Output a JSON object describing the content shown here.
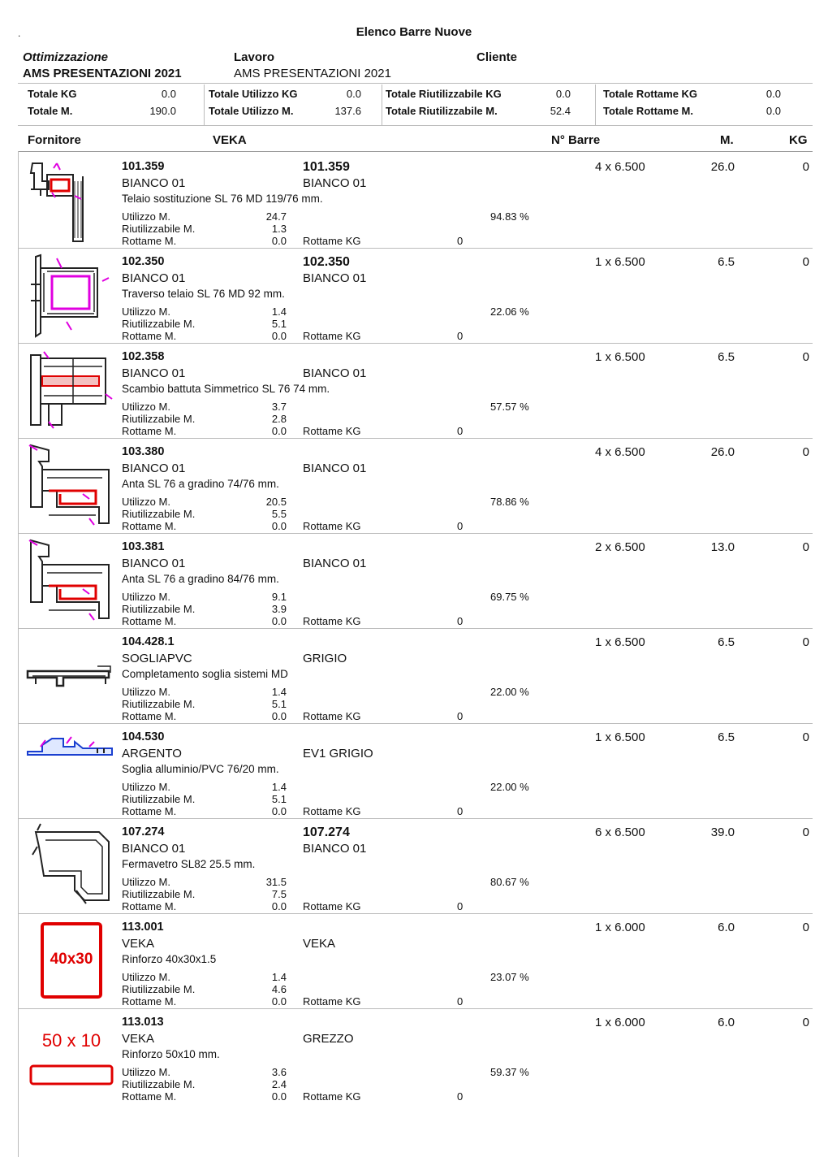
{
  "page_title": "Elenco Barre Nuove",
  "header": {
    "ottimizzazione_label": "Ottimizzazione",
    "ottimizzazione_value": "AMS PRESENTAZIONI 2021",
    "lavoro_label": "Lavoro",
    "lavoro_value": "AMS PRESENTAZIONI 2021",
    "cliente_label": "Cliente"
  },
  "totals": {
    "totale_kg_label": "Totale KG",
    "totale_kg": "0.0",
    "totale_m_label": "Totale M.",
    "totale_m": "190.0",
    "utilizzo_kg_label": "Totale Utilizzo KG",
    "utilizzo_kg": "0.0",
    "utilizzo_m_label": "Totale Utilizzo M.",
    "utilizzo_m": "137.6",
    "riut_kg_label": "Totale Riutilizzabile KG",
    "riut_kg": "0.0",
    "riut_m_label": "Totale Riutilizzabile M.",
    "riut_m": "52.4",
    "rottame_kg_label": "Totale Rottame KG",
    "rottame_kg": "0.0",
    "rottame_m_label": "Totale Rottame M.",
    "rottame_m": "0.0"
  },
  "columns": {
    "fornitore": "Fornitore",
    "fornitore_value": "VEKA",
    "n_barre": "N° Barre",
    "m": "M.",
    "kg": "KG"
  },
  "row_labels": {
    "utilizzo": "Utilizzo M.",
    "riutilizzabile": "Riutilizzabile M.",
    "rottame": "Rottame M.",
    "rottame_kg": "Rottame KG"
  },
  "rows": [
    {
      "code": "101.359",
      "code2": "101.359",
      "color": "BIANCO 01",
      "color2": "BIANCO 01",
      "desc": "Telaio sostituzione SL 76 MD 119/76 mm.",
      "utilizzo": "24.7",
      "riut": "1.3",
      "rottame": "0.0",
      "rottame_kg": "0",
      "pct": "94.83 %",
      "barre": "4 x 6.500",
      "m": "26.0",
      "kg": "0",
      "image": "profile-telaio-icon"
    },
    {
      "code": "102.350",
      "code2": "102.350",
      "color": "BIANCO 01",
      "color2": "BIANCO 01",
      "desc": "Traverso telaio SL 76 MD 92 mm.",
      "utilizzo": "1.4",
      "riut": "5.1",
      "rottame": "0.0",
      "rottame_kg": "0",
      "pct": "22.06 %",
      "barre": "1 x 6.500",
      "m": "6.5",
      "kg": "0",
      "image": "profile-traverso-icon"
    },
    {
      "code": "102.358",
      "code2": "",
      "color": "BIANCO 01",
      "color2": "BIANCO 01",
      "desc": "Scambio battuta Simmetrico SL 76 74 mm.",
      "utilizzo": "3.7",
      "riut": "2.8",
      "rottame": "0.0",
      "rottame_kg": "0",
      "pct": "57.57 %",
      "barre": "1 x 6.500",
      "m": "6.5",
      "kg": "0",
      "image": "profile-scambio-icon"
    },
    {
      "code": "103.380",
      "code2": "",
      "color": "BIANCO 01",
      "color2": "BIANCO 01",
      "desc": "Anta SL 76 a gradino 74/76 mm.",
      "utilizzo": "20.5",
      "riut": "5.5",
      "rottame": "0.0",
      "rottame_kg": "0",
      "pct": "78.86 %",
      "barre": "4 x 6.500",
      "m": "26.0",
      "kg": "0",
      "image": "profile-anta-icon"
    },
    {
      "code": "103.381",
      "code2": "",
      "color": "BIANCO 01",
      "color2": "BIANCO 01",
      "desc": "Anta SL 76 a gradino 84/76 mm.",
      "utilizzo": "9.1",
      "riut": "3.9",
      "rottame": "0.0",
      "rottame_kg": "0",
      "pct": "69.75 %",
      "barre": "2 x 6.500",
      "m": "13.0",
      "kg": "0",
      "image": "profile-anta-icon"
    },
    {
      "code": "104.428.1",
      "code2": "",
      "color": "SOGLIAPVC",
      "color2": "GRIGIO",
      "desc": "Completamento soglia sistemi MD",
      "utilizzo": "1.4",
      "riut": "5.1",
      "rottame": "0.0",
      "rottame_kg": "0",
      "pct": "22.00 %",
      "barre": "1 x 6.500",
      "m": "6.5",
      "kg": "0",
      "image": "profile-soglia-icon"
    },
    {
      "code": "104.530",
      "code2": "",
      "color": "ARGENTO",
      "color2": "EV1 GRIGIO",
      "desc": "Soglia alluminio/PVC 76/20 mm.",
      "utilizzo": "1.4",
      "riut": "5.1",
      "rottame": "0.0",
      "rottame_kg": "0",
      "pct": "22.00 %",
      "barre": "1 x 6.500",
      "m": "6.5",
      "kg": "0",
      "image": "profile-soglia-alluminio-icon"
    },
    {
      "code": "107.274",
      "code2": "107.274",
      "color": "BIANCO 01",
      "color2": "BIANCO 01",
      "desc": "Fermavetro SL82 25.5 mm.",
      "utilizzo": "31.5",
      "riut": "7.5",
      "rottame": "0.0",
      "rottame_kg": "0",
      "pct": "80.67 %",
      "barre": "6 x 6.500",
      "m": "39.0",
      "kg": "0",
      "image": "profile-fermavetro-icon"
    },
    {
      "code": "113.001",
      "code2": "",
      "color": "VEKA",
      "color2": "VEKA",
      "desc": "Rinforzo 40x30x1.5",
      "utilizzo": "1.4",
      "riut": "4.6",
      "rottame": "0.0",
      "rottame_kg": "0",
      "pct": "23.07 %",
      "barre": "1 x 6.000",
      "m": "6.0",
      "kg": "0",
      "image": "rinforzo-40x30-icon",
      "image_text": "40x30"
    },
    {
      "code": "113.013",
      "code2": "",
      "color": "VEKA",
      "color2": "GREZZO",
      "desc": "Rinforzo 50x10 mm.",
      "utilizzo": "3.6",
      "riut": "2.4",
      "rottame": "0.0",
      "rottame_kg": "0",
      "pct": "59.37 %",
      "barre": "1 x 6.000",
      "m": "6.0",
      "kg": "0",
      "image": "rinforzo-50x10-icon",
      "image_text": "50 x 10"
    }
  ]
}
